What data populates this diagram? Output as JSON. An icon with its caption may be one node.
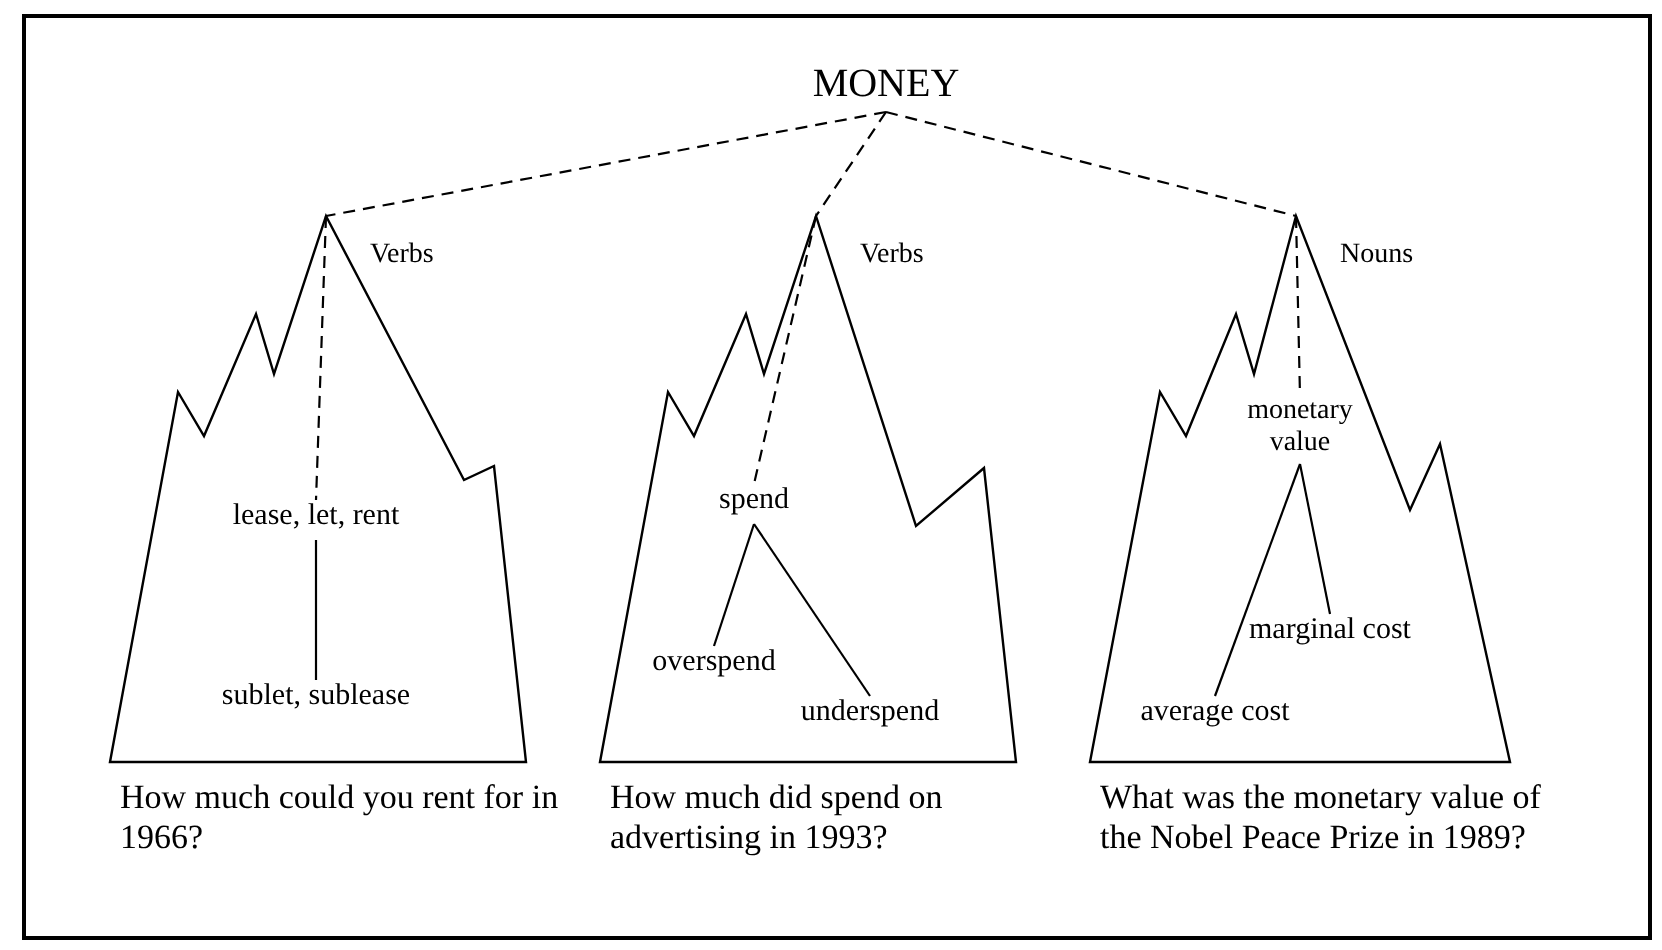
{
  "diagram": {
    "nodes": [
      {
        "text": [
          "MONEY"
        ]
      },
      {
        "text": [
          "Verbs"
        ],
        "beside": [
          "How much could you rent for in 1966?"
        ]
      },
      {
        "text": [
          "Verbs"
        ],
        "beside": [
          "How much did spend on advertising in 1993?"
        ]
      },
      {
        "text": [
          "Nouns"
        ],
        "beside": [
          "What was the monetary value of the Nobel Peace Prize in 1989?"
        ]
      },
      {
        "text": [
          "lease, let, rent"
        ],
        "in": 1
      },
      {
        "text": [
          "sublet, sublease"
        ],
        "in": 1
      },
      {
        "text": [
          "spend"
        ],
        "in": 2
      },
      {
        "text": [
          "overspend"
        ],
        "in": 2
      },
      {
        "text": [
          "underspend"
        ],
        "in": 2
      },
      {
        "text": [
          "monetary value"
        ],
        "in": 3
      },
      {
        "text": [
          "marginal cost"
        ],
        "in": 3
      },
      {
        "text": [
          "average cost"
        ],
        "in": 3
      }
    ],
    "edges": [
      {
        "from": 0,
        "to": 1,
        "arrow": "none",
        "style": "dashed"
      },
      {
        "from": 0,
        "to": 2,
        "arrow": "none",
        "style": "dashed"
      },
      {
        "from": 0,
        "to": 3,
        "arrow": "none",
        "style": "dashed"
      },
      {
        "from": 1,
        "to": 4,
        "arrow": "none",
        "style": "dashed"
      },
      {
        "from": 2,
        "to": 6,
        "arrow": "none",
        "style": "dashed"
      },
      {
        "from": 3,
        "to": 9,
        "arrow": "none",
        "style": "dashed"
      },
      {
        "from": 4,
        "to": 5,
        "arrow": "none"
      },
      {
        "from": 6,
        "to": 7,
        "arrow": "none"
      },
      {
        "from": 6,
        "to": 8,
        "arrow": "none"
      },
      {
        "from": 9,
        "to": 11,
        "arrow": "none"
      },
      {
        "from": 9,
        "to": 10,
        "arrow": "none"
      }
    ]
  }
}
